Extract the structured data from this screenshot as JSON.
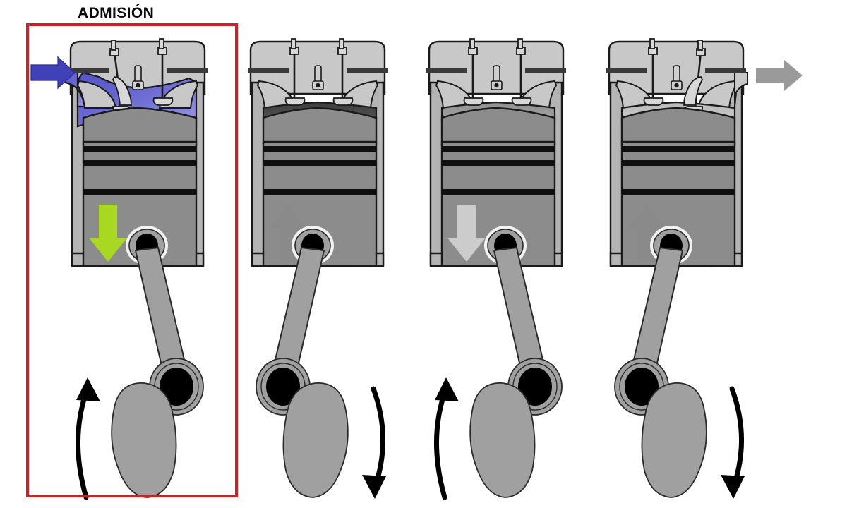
{
  "diagram": {
    "title": "ADMISIÓN",
    "title_color": "#0a0a0a",
    "highlight_box_color": "#cc2127",
    "background_color": "#ffffff",
    "subject": "four-stroke-engine-cycle",
    "panel_count": 4,
    "highlighted_panel_index": 0
  },
  "palette": {
    "intake_gas_blue": "#6a6ad0",
    "intake_arrow_blue": "#4040b8",
    "piston_motion_green": "#a8d822",
    "compressed_gas_dark": "#4a4a4a",
    "combustion_gas_mid": "#9a9a9a",
    "exhaust_gas_light": "#c0c0c0",
    "exhaust_arrow_gray": "#9a9a9a",
    "head_light_gray": "#c8c8c8",
    "piston_gray": "#8c8c8c",
    "cylinder_wall_gray": "#b4b4b4",
    "crank_gray": "#a0a0a0",
    "outline_dark": "#1a1a1a",
    "journal_black": "#000000",
    "motion_arrow_gray_mid": "#8a8a8a",
    "motion_arrow_gray_light": "#cccccc"
  },
  "panels": [
    {
      "name": "intake",
      "label": "ADMISIÓN",
      "stroke_order": 1,
      "gas_color": "#6a6ad0",
      "gas_description": "fresh air-fuel mixture entering cylinder",
      "intake_valve": "open",
      "exhaust_valve": "closed",
      "piston_direction": "down",
      "piston_position": "mid-upper",
      "piston_arrow_color": "#a8d822",
      "piston_arrow_glyph": "down-arrow",
      "crank_journal_side": "right",
      "rotation_arrow_side": "left",
      "rotation_arrow_direction": "up",
      "port_arrow": {
        "present": true,
        "side": "left",
        "direction": "right",
        "color": "#4040b8",
        "meaning": "intake charge in"
      },
      "highlighted": true
    },
    {
      "name": "compression",
      "label": "",
      "stroke_order": 2,
      "gas_color": "#4a4a4a",
      "gas_description": "mixture being compressed",
      "intake_valve": "closed",
      "exhaust_valve": "closed",
      "piston_direction": "up",
      "piston_position": "mid-upper",
      "piston_arrow_color": "#8a8a8a",
      "piston_arrow_glyph": "up-arrow",
      "crank_journal_side": "left",
      "rotation_arrow_side": "right",
      "rotation_arrow_direction": "down",
      "port_arrow": {
        "present": false
      },
      "highlighted": false
    },
    {
      "name": "power",
      "label": "",
      "stroke_order": 3,
      "gas_color": "#9a9a9a",
      "gas_description": "burning gases expanding",
      "intake_valve": "closed",
      "exhaust_valve": "closed",
      "piston_direction": "down",
      "piston_position": "mid-upper",
      "piston_arrow_color": "#cccccc",
      "piston_arrow_glyph": "down-arrow",
      "crank_journal_side": "right",
      "rotation_arrow_side": "left",
      "rotation_arrow_direction": "up",
      "port_arrow": {
        "present": false
      },
      "highlighted": false
    },
    {
      "name": "exhaust",
      "label": "",
      "stroke_order": 4,
      "gas_color": "#c0c0c0",
      "gas_description": "burnt gases leaving cylinder",
      "intake_valve": "closed",
      "exhaust_valve": "open",
      "piston_direction": "up",
      "piston_position": "mid-upper",
      "piston_arrow_color": "#8a8a8a",
      "piston_arrow_glyph": "up-arrow",
      "crank_journal_side": "left",
      "rotation_arrow_side": "right",
      "rotation_arrow_direction": "down",
      "port_arrow": {
        "present": true,
        "side": "right",
        "direction": "right",
        "color": "#9a9a9a",
        "meaning": "exhaust gases out"
      },
      "highlighted": false
    }
  ],
  "components": {
    "cylinder_head": "cylinder-head",
    "intake_valve": "intake-valve",
    "exhaust_valve": "exhaust-valve",
    "spark_plug": "spark-plug",
    "piston": "piston",
    "piston_rings": "piston-rings",
    "connecting_rod": "connecting-rod",
    "crank_pin": "crank-pin",
    "crank_web": "crank-web",
    "wrist_pin": "wrist-pin"
  }
}
